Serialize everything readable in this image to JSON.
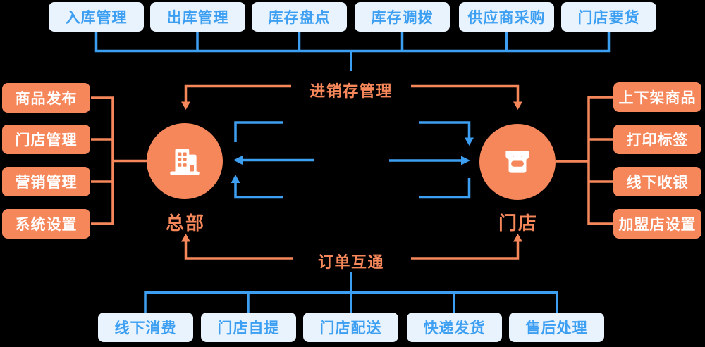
{
  "colors": {
    "background": "#000000",
    "blue": "#3D9FF2",
    "light_blue": "#E8F3FD",
    "orange": "#F6875A",
    "white": "#FFFFFF"
  },
  "top_row": [
    "入库管理",
    "出库管理",
    "库存盘点",
    "库存调拨",
    "供应商采购",
    "门店要货"
  ],
  "left_column": [
    "商品发布",
    "门店管理",
    "营销管理",
    "系统设置"
  ],
  "right_column": [
    "上下架商品",
    "打印标签",
    "线下收银",
    "加盟店设置"
  ],
  "bottom_row": [
    "线下消费",
    "门店自提",
    "门店配送",
    "快递发货",
    "售后处理"
  ],
  "center": {
    "top_label": "进销存管理",
    "bottom_label": "订单互通",
    "hq_label": "总部",
    "store_label": "门店"
  },
  "icons": {
    "hq": "building-icon",
    "store": "storefront-icon"
  }
}
